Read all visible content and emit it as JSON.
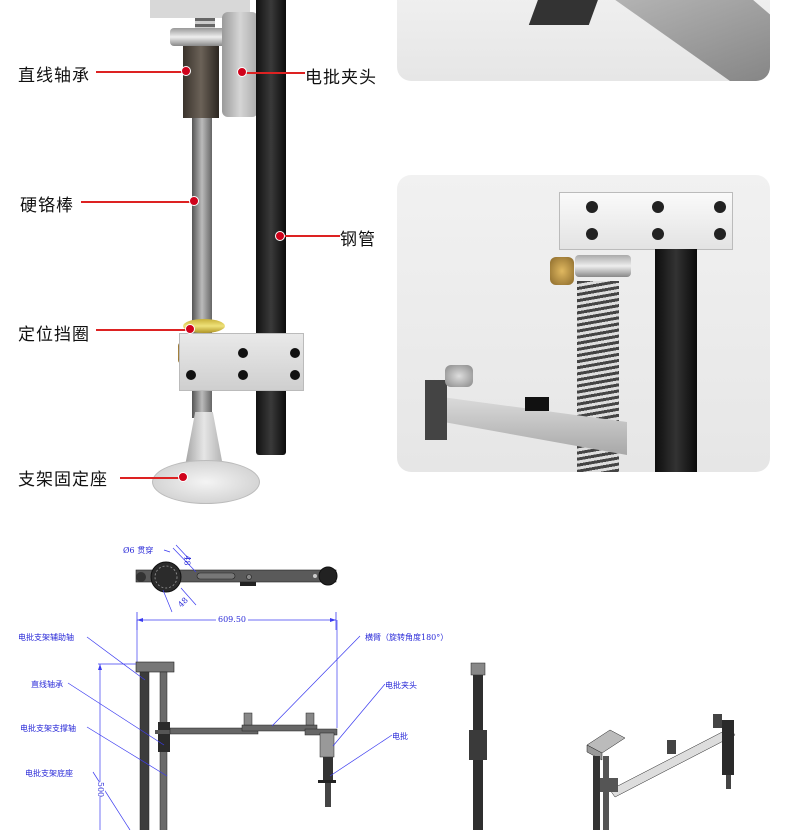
{
  "top_photo_labels": {
    "linear_bearing": "直线轴承",
    "driver_clamp": "电批夹头",
    "chrome_rod": "硬铬棒",
    "steel_tube": "钢管",
    "stop_ring": "定位挡圈",
    "base_mount": "支架固定座"
  },
  "drawing": {
    "top_view": {
      "hole_note": "Ø6 贯穿",
      "dim_a": "48",
      "dim_b": "48",
      "width_dim": "609.50"
    },
    "front_view": {
      "width_dim": "609.50",
      "height_dim": "500",
      "labels": {
        "aux_shaft": "电批支架辅助轴",
        "linear_bearing": "直线轴承",
        "support_shaft": "电批支架支撑轴",
        "base": "电批支架底座",
        "arm": "横臂（旋转角度180°）",
        "clamp": "电批夹头",
        "driver": "电批"
      }
    }
  },
  "colors": {
    "leader_red": "#d0021b",
    "drawing_blue": "#2a2ad8"
  }
}
